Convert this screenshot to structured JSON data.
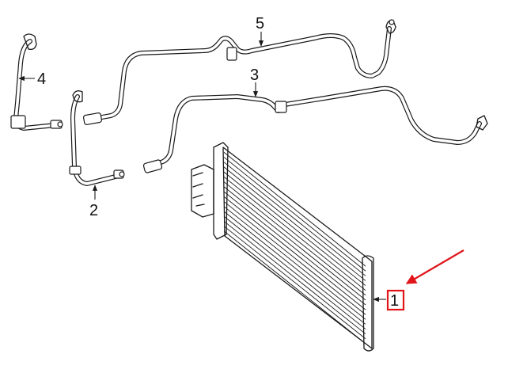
{
  "diagram": {
    "callouts": [
      {
        "id": "1",
        "label": "1",
        "highlighted": true
      },
      {
        "id": "2",
        "label": "2"
      },
      {
        "id": "3",
        "label": "3"
      },
      {
        "id": "4",
        "label": "4"
      },
      {
        "id": "5",
        "label": "5"
      }
    ],
    "highlight_color": "#e0161b",
    "line_color": "#1a1a1a"
  }
}
